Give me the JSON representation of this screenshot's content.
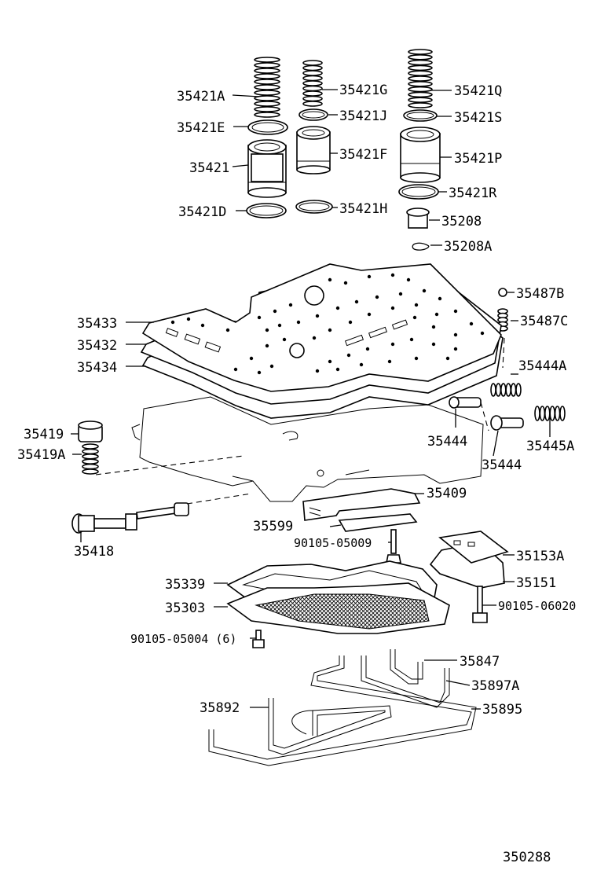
{
  "diagram_id": "350288",
  "callouts": [
    {
      "id": "35421A"
    },
    {
      "id": "35421E"
    },
    {
      "id": "35421"
    },
    {
      "id": "35421D"
    },
    {
      "id": "35421G"
    },
    {
      "id": "35421J"
    },
    {
      "id": "35421F"
    },
    {
      "id": "35421H"
    },
    {
      "id": "35421Q"
    },
    {
      "id": "35421S"
    },
    {
      "id": "35421P"
    },
    {
      "id": "35421R"
    },
    {
      "id": "35208"
    },
    {
      "id": "35208A"
    },
    {
      "id": "35487B"
    },
    {
      "id": "35487C"
    },
    {
      "id": "35433"
    },
    {
      "id": "35432"
    },
    {
      "id": "35434"
    },
    {
      "id": "35444A"
    },
    {
      "id": "35444"
    },
    {
      "id": "35444"
    },
    {
      "id": "35445A"
    },
    {
      "id": "35419"
    },
    {
      "id": "35419A"
    },
    {
      "id": "35409"
    },
    {
      "id": "35599"
    },
    {
      "id": "35418"
    },
    {
      "id": "90105-05009"
    },
    {
      "id": "35153A"
    },
    {
      "id": "35151"
    },
    {
      "id": "35339"
    },
    {
      "id": "35303"
    },
    {
      "id": "90105-06020"
    },
    {
      "id": "90105-05004 (6)"
    },
    {
      "id": "35847"
    },
    {
      "id": "35897A"
    },
    {
      "id": "35892"
    },
    {
      "id": "35895"
    }
  ]
}
